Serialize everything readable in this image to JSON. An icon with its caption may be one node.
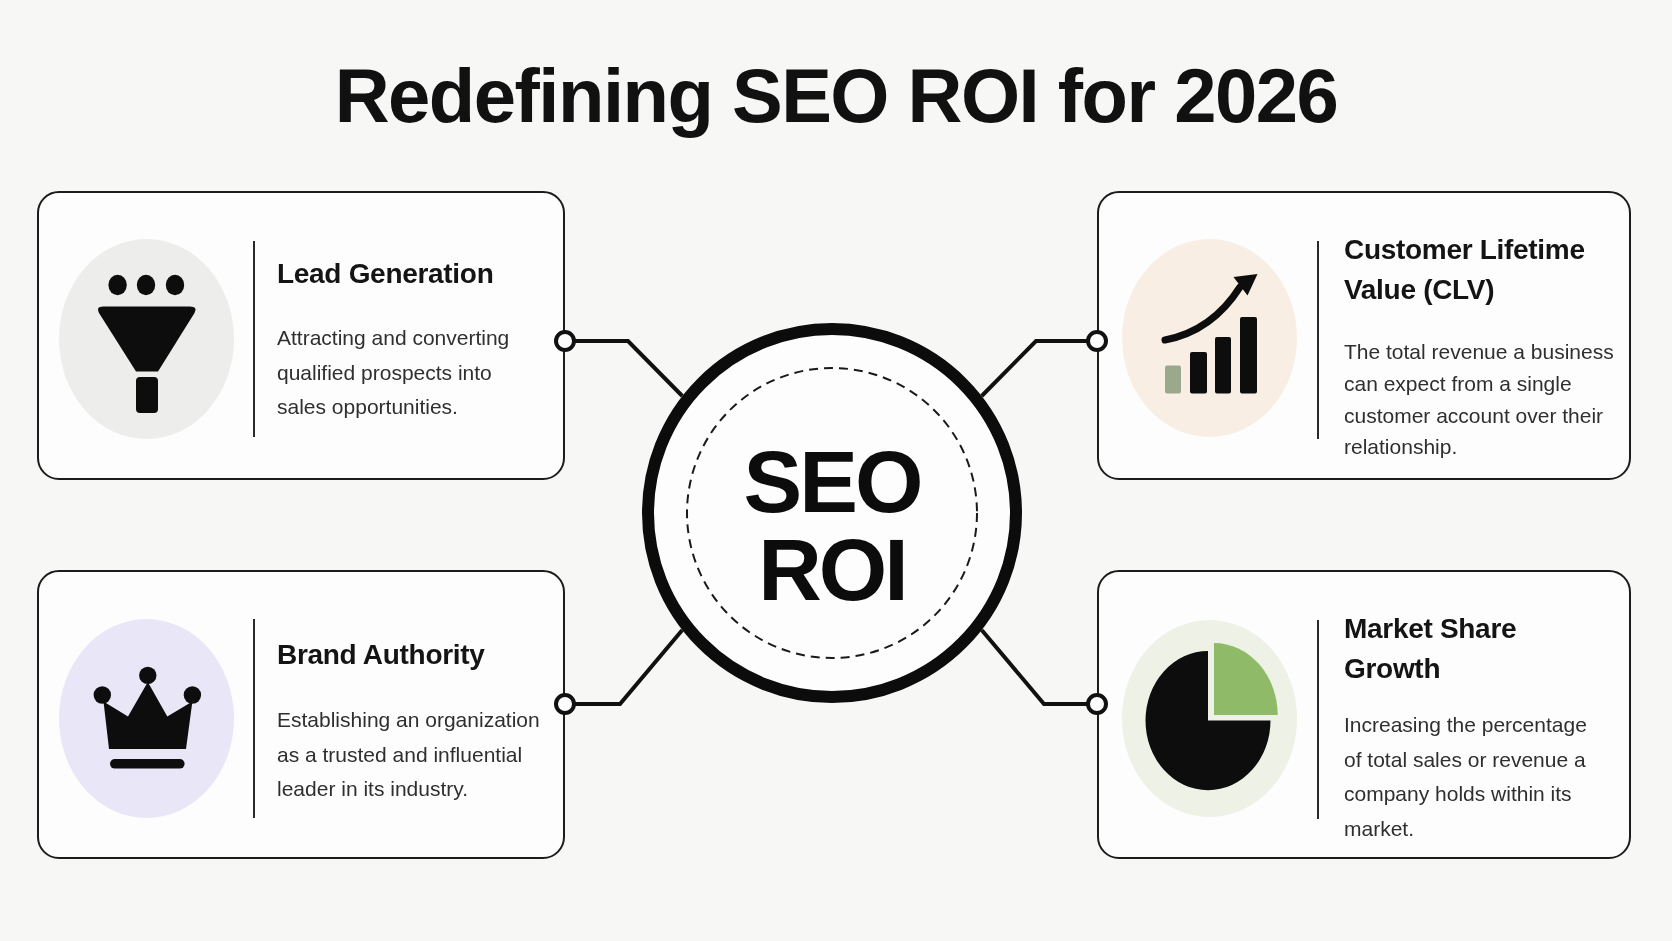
{
  "diagram": {
    "title": "Redefining SEO ROI for 2026",
    "nodes": [
      {
        "text": [
          "Lead Generation",
          "Attracting and converting qualified prospects into sales opportunities."
        ]
      },
      {
        "text": [
          "Customer Lifetime Value (CLV)",
          "The total revenue a business can expect from a single customer account over their relationship."
        ]
      },
      {
        "text": [
          "SEO ROI"
        ]
      },
      {
        "text": [
          "Brand Authority",
          "Establishing an organization as a trusted and influential leader in its industry."
        ]
      },
      {
        "text": [
          "Market Share Growth",
          "Increasing the percentage of total sales or revenue a company holds within its market."
        ]
      }
    ],
    "edges": [
      {
        "from": 2,
        "to": 0,
        "arrow": "other"
      },
      {
        "from": 2,
        "to": 1,
        "arrow": "other"
      },
      {
        "from": 2,
        "to": 3,
        "arrow": "other"
      },
      {
        "from": 2,
        "to": 4,
        "arrow": "other"
      }
    ]
  }
}
